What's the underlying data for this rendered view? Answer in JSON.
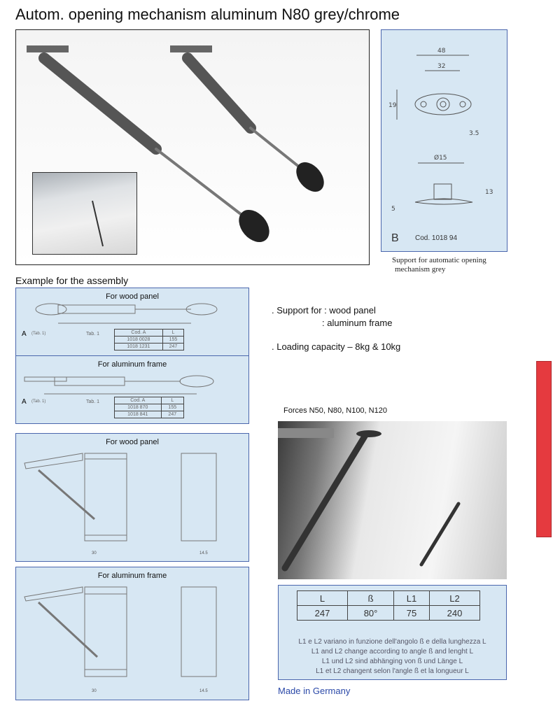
{
  "title": "Autom. opening mechanism aluminum N80 grey/chrome",
  "support_box": {
    "letter": "B",
    "code": "Cod. 1018 94",
    "dims": [
      "48",
      "32",
      "19",
      "3.5",
      "Ø15",
      "13",
      "5"
    ],
    "caption_line1": "Support for automatic opening",
    "caption_line2": "mechanism grey"
  },
  "assembly": {
    "heading": "Example for the assembly",
    "panels": [
      {
        "title": "For wood panel",
        "label": "A",
        "tab_ref": "(Tab. 1)",
        "tab_label": "Tab. 1",
        "headers": [
          "Cod. A",
          "L"
        ],
        "rows": [
          [
            "1018 0028",
            "155"
          ],
          [
            "1018 1231",
            "247"
          ]
        ]
      },
      {
        "title": "For aluminum frame",
        "label": "A",
        "tab_ref": "(Tab. 1)",
        "tab_label": "Tab. 1",
        "headers": [
          "Cod. A",
          "L"
        ],
        "rows": [
          [
            "1018 870",
            "155"
          ],
          [
            "1018 841",
            "247"
          ]
        ]
      }
    ],
    "mounting": [
      {
        "title": "For wood panel",
        "dims": [
          "30",
          "14.5"
        ]
      },
      {
        "title": "For aluminum frame",
        "dims": [
          "30",
          "14.5"
        ]
      }
    ]
  },
  "features": {
    "support_label": ". Support for :",
    "support_1": "wood panel",
    "support_2": ": aluminum frame",
    "capacity": ". Loading capacity – 8kg & 10kg"
  },
  "forces": "Forces N50, N80, N100, N120",
  "spec_table": {
    "headers": [
      "L",
      "ß",
      "L1",
      "L2"
    ],
    "values": [
      "247",
      "80°",
      "75",
      "240"
    ],
    "notes": [
      "L1 e L2 variano in funzione dell'angolo ß e della lunghezza L",
      "L1 and L2 change according to angle ß and lenght L",
      "L1 und L2 sind abhänging von ß und Länge L",
      "L1 et L2 changent selon l'angle ß et la longueur L"
    ]
  },
  "made_in": "Made in Germany",
  "colors": {
    "panel_bg": "#d7e7f3",
    "panel_border": "#4a66ad",
    "accent_bar": "#e53a3f",
    "made_in": "#2b49a8"
  }
}
